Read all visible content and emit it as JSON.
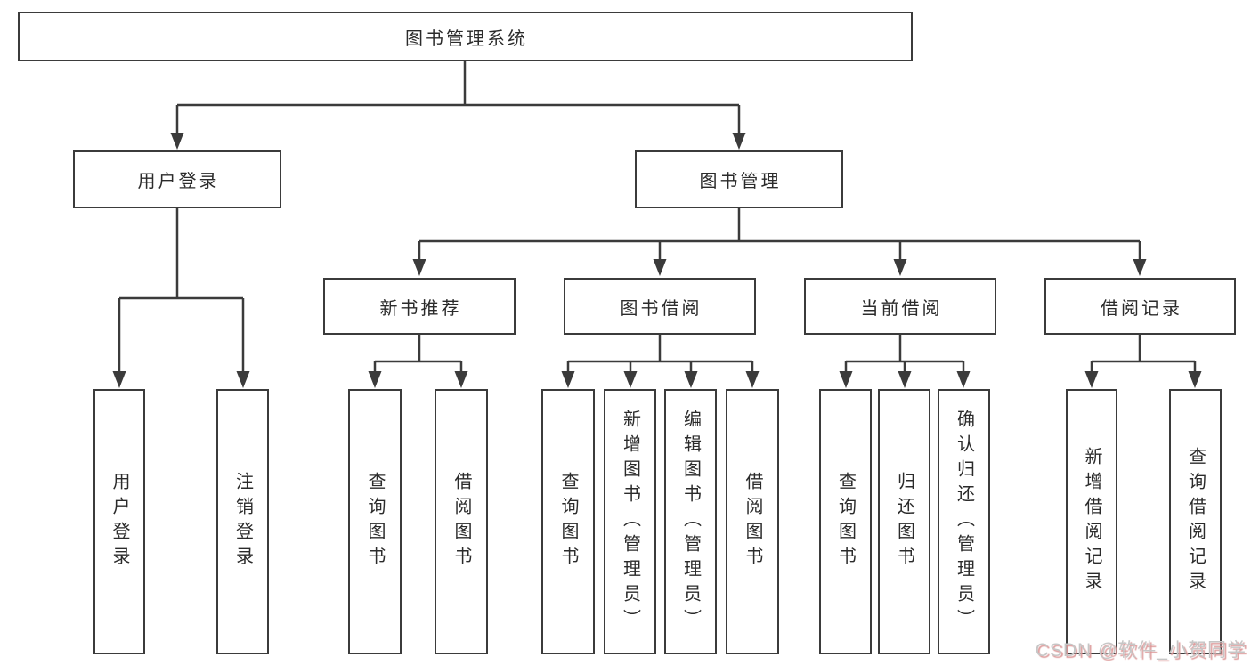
{
  "colors": {
    "line": "#3b3b3b",
    "text": "#2b2b2b",
    "node_bg": "#ffffff",
    "background": "#ffffff",
    "watermark": "#c6c6c6",
    "watermark_shadow": "#dd9a9a"
  },
  "tree": {
    "root": {
      "label": "图书管理系统"
    },
    "branches": [
      {
        "label": "用户登录",
        "children": [
          {
            "label": "用户登录"
          },
          {
            "label": "注销登录"
          }
        ]
      },
      {
        "label": "图书管理",
        "children": [
          {
            "label": "新书推荐",
            "children": [
              {
                "label": "查询图书"
              },
              {
                "label": "借阅图书"
              }
            ]
          },
          {
            "label": "图书借阅",
            "children": [
              {
                "label": "查询图书"
              },
              {
                "label": "新增图书（管理员）"
              },
              {
                "label": "编辑图书（管理员）"
              },
              {
                "label": "借阅图书"
              }
            ]
          },
          {
            "label": "当前借阅",
            "children": [
              {
                "label": "查询图书"
              },
              {
                "label": "归还图书"
              },
              {
                "label": "确认归还（管理员）"
              }
            ]
          },
          {
            "label": "借阅记录",
            "children": [
              {
                "label": "新增借阅记录"
              },
              {
                "label": "查询借阅记录"
              }
            ]
          }
        ]
      }
    ]
  },
  "watermark": {
    "text": "CSDN @软件_小贺同学"
  }
}
